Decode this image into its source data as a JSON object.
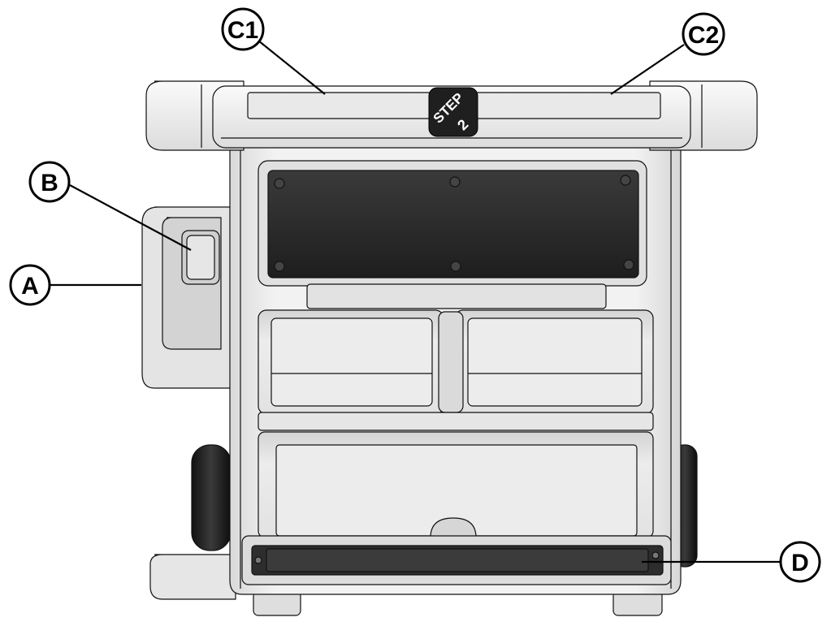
{
  "brand": {
    "logo_word": "STEP",
    "logo_number": "2"
  },
  "callouts": {
    "a": "A",
    "b": "B",
    "c1": "C1",
    "c2": "C2",
    "d": "D"
  },
  "colors": {
    "outline": "#000000",
    "body_light": "#f0f0f0",
    "body_mid": "#dcdcdc",
    "panel_dark": "#2b2b2b",
    "wheel": "#1a1a1a"
  }
}
